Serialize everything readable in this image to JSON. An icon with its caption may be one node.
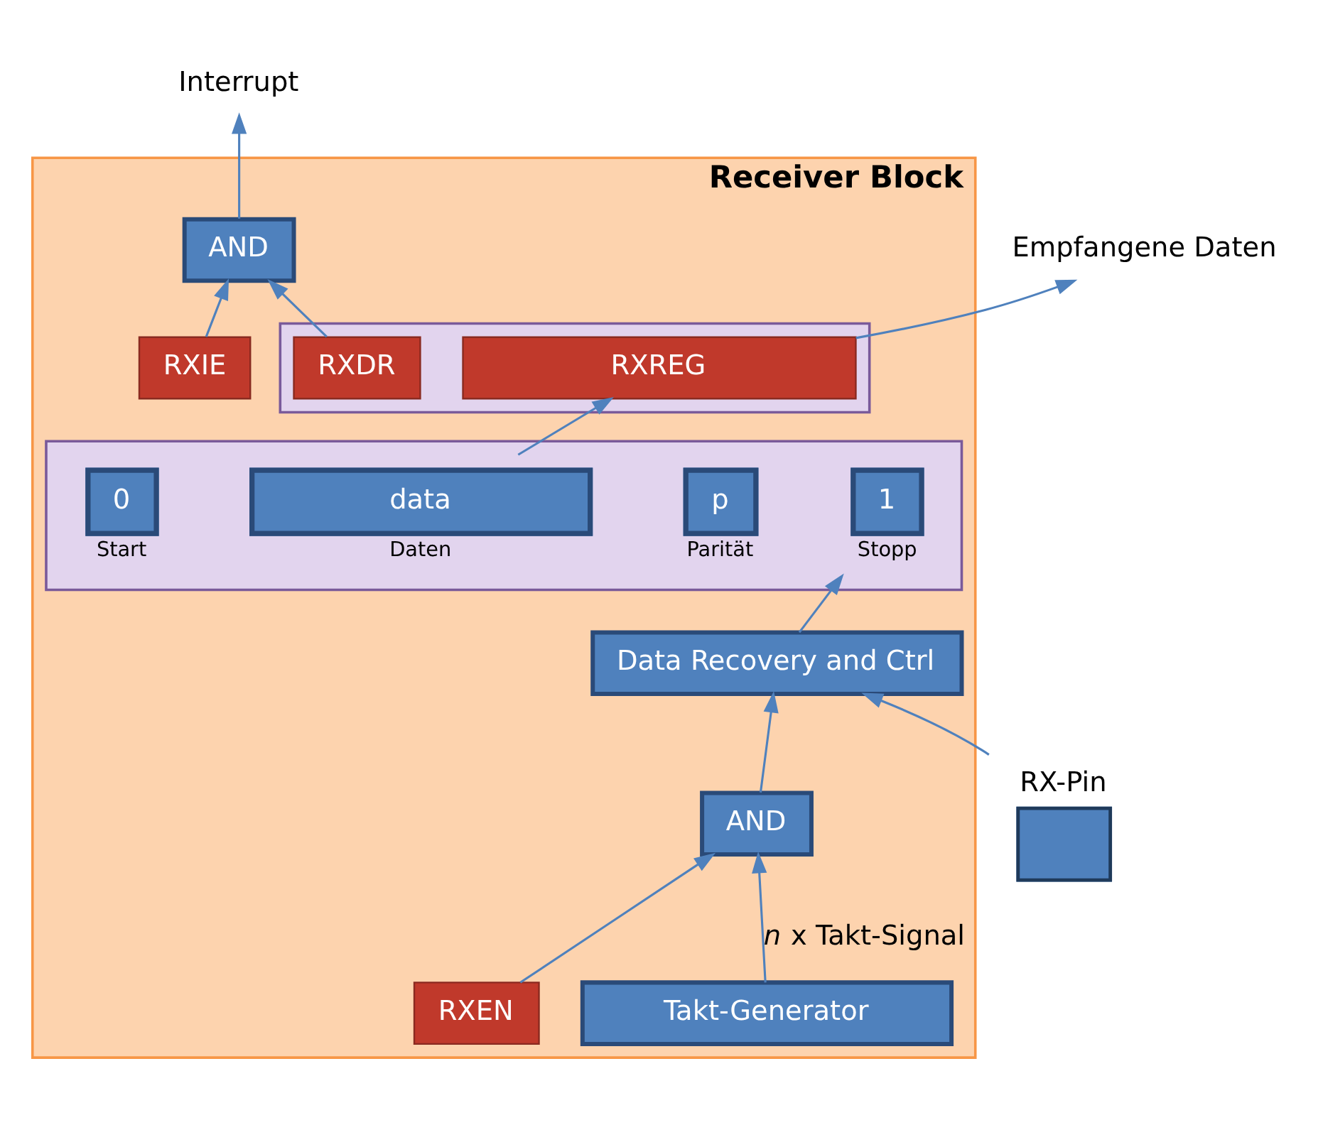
{
  "diagram": {
    "nodes": [
      {
        "text": [
          "Receiver Block"
        ]
      },
      {
        "text": [],
        "shape": "box",
        "in": 0
      },
      {
        "text": [
          "RXDR"
        ],
        "in": 1
      },
      {
        "text": [
          "RXREG"
        ],
        "in": 1
      },
      {
        "text": [
          "AND"
        ],
        "in": 0
      },
      {
        "text": [
          "RXIE"
        ],
        "in": 0
      },
      {
        "text": [],
        "shape": "box",
        "in": 0
      },
      {
        "text": [
          "1"
        ],
        "in": 6,
        "beside": [
          "Stopp"
        ]
      },
      {
        "text": [
          "p"
        ],
        "in": 6,
        "beside": [
          "Parität"
        ]
      },
      {
        "text": [
          "data"
        ],
        "in": 6,
        "beside": [
          "Daten"
        ]
      },
      {
        "text": [
          "0"
        ],
        "in": 6,
        "beside": [
          "Start"
        ]
      },
      {
        "text": [
          "Takt-Generator"
        ],
        "in": 0
      },
      {
        "text": [
          "RXEN"
        ],
        "in": 0
      },
      {
        "text": [
          "AND"
        ],
        "in": 0
      },
      {
        "text": [
          "Data Recovery and Ctrl"
        ],
        "in": 0
      },
      {
        "text": [
          "RX-Pin"
        ]
      },
      {
        "text": [
          "Interrupt"
        ]
      },
      {
        "text": [
          "Empfangene Daten"
        ]
      }
    ],
    "edges": [
      {
        "from": 2,
        "to": 4,
        "arrow": "to"
      },
      {
        "from": 5,
        "to": 4,
        "arrow": "to"
      },
      {
        "from": 4,
        "to": 16,
        "arrow": "to"
      },
      {
        "from": 3,
        "to": 17,
        "arrow": "to"
      },
      {
        "from": 9,
        "to": 3,
        "arrow": "to"
      },
      {
        "from": 11,
        "to": 13,
        "arrow": "to",
        "label": "*n* x Takt-Signal"
      },
      {
        "from": 12,
        "to": 13,
        "arrow": "to"
      },
      {
        "from": 13,
        "to": 14,
        "arrow": "to"
      },
      {
        "from": 15,
        "to": 14,
        "arrow": "to"
      },
      {
        "from": 14,
        "to": 7,
        "arrow": "to"
      }
    ]
  }
}
